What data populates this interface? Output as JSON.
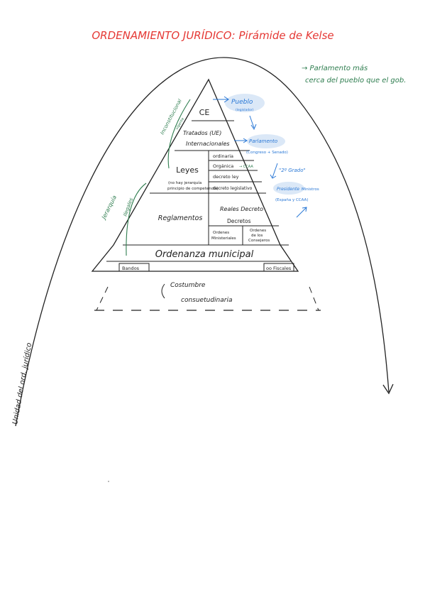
{
  "title": "ORDENAMIENTO JURÍDICO: Pirámide de Kelse",
  "top_note": {
    "line1": "→ Parlamento más",
    "line2": "cerca del pueblo que el gob."
  },
  "pyramid": {
    "ce": "CE",
    "tratados": {
      "line1": "Tratados (UE)",
      "line2": "Internacionales"
    },
    "leyes": {
      "label": "Leyes",
      "note1": "(no hay jerarquía",
      "note2": "principio de competencia)",
      "rows": [
        "ordinaria",
        "Orgánica",
        "decreto ley",
        "decreto legislativo"
      ],
      "organica_note": "→ CCAA"
    },
    "reglamentos": {
      "label": "Reglamentos",
      "reales": "Reales Decreto",
      "decretos": "Decretos",
      "ordenes": [
        "Ordenes",
        "Ministeriales"
      ],
      "consejeros": [
        "Ordenes",
        "de los",
        "Consejeros"
      ]
    },
    "ordenanza": "Ordenanza municipal",
    "bandos": "Bandos",
    "fiscales": "oo Fiscales",
    "costumbre": [
      "Costumbre",
      "consuetudinaria"
    ]
  },
  "right_notes": {
    "pueblo": "Pueblo",
    "pueblo_sub": "(legislador)",
    "parlamento": "Parlamento",
    "parlamento_sub": "(Congreso + Senado)",
    "grado": "\"2º Grado\"",
    "presidente": "Presidente",
    "ministros": "Ministros",
    "espana": "(España y CCAA)"
  },
  "left_notes": {
    "inconstitucional": "Inconstitucional",
    "vigente": "vigente",
    "jerarquia": "Jerarquía",
    "ilegales": "Ilegales",
    "unidad": "Unidad del ord. jurídico"
  },
  "colors": {
    "red": "#e53935",
    "green": "#2e7d4f",
    "blue": "#2a78d6",
    "ink": "#222222",
    "highlight": "#dbe8f7"
  }
}
